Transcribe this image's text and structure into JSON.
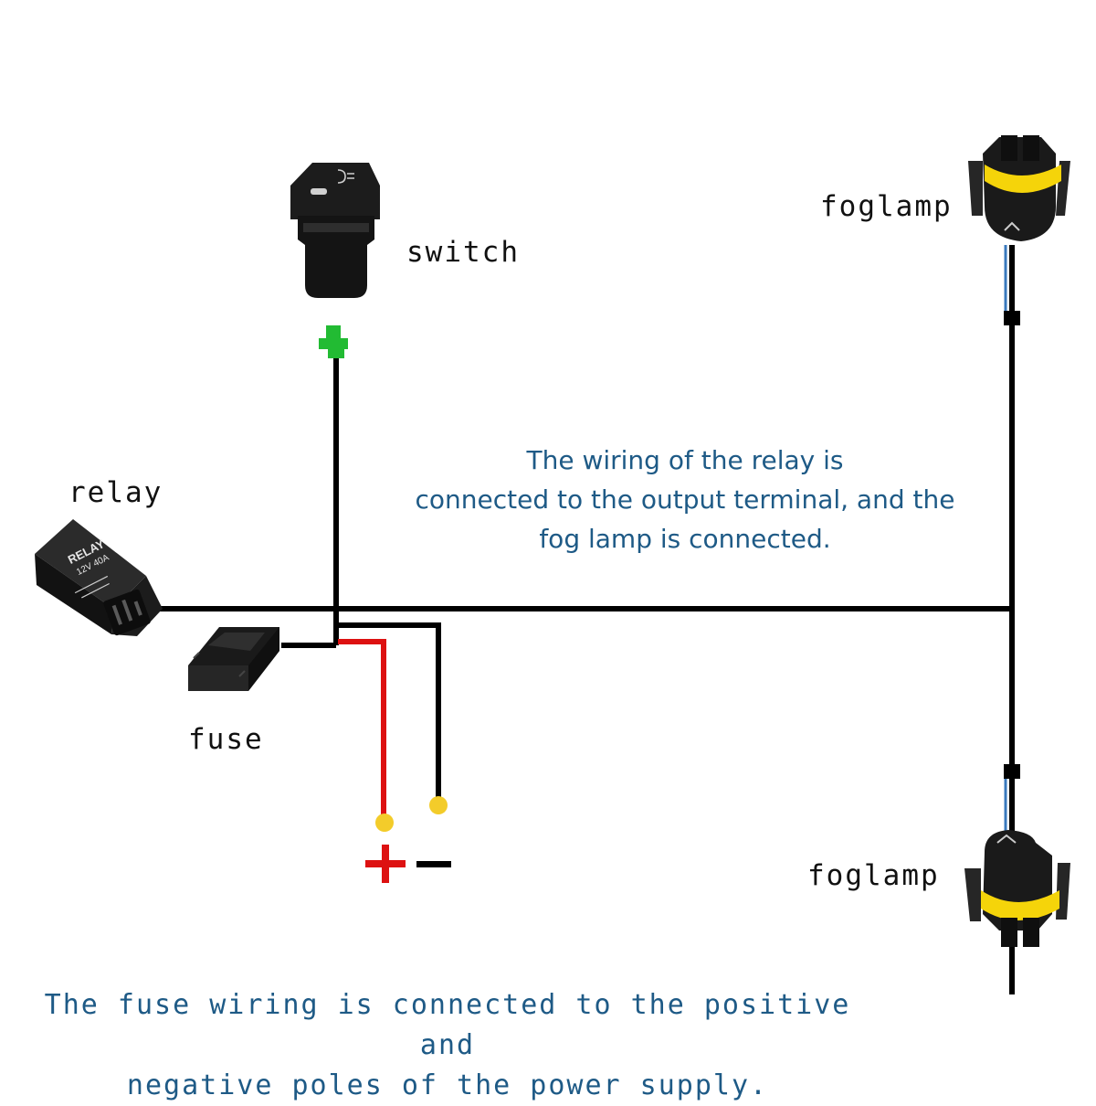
{
  "labels": {
    "switch": "switch",
    "relay": "relay",
    "fuse": "fuse",
    "foglamp_top": "foglamp",
    "foglamp_bottom": "foglamp"
  },
  "relay_body": {
    "line1": "RELAY",
    "line2": "12V 40A"
  },
  "notes": {
    "center_line1": "The wiring of the relay is",
    "center_line2": "connected to the output terminal, and the",
    "center_line3": "fog lamp is connected.",
    "bottom_line1": "The fuse wiring is connected to the positive and",
    "bottom_line2": "negative poles of the power supply."
  },
  "colors": {
    "wire_black": "#000000",
    "wire_red": "#dd1111",
    "switch_connector": "#22bb33",
    "terminal_yellow": "#f3cc2a",
    "fog_seal_yellow": "#f5d40a",
    "note_text": "#1e5a86",
    "plus_sign": "#dd1111",
    "minus_sign": "#000000"
  },
  "icons": [
    "switch-icon",
    "relay-icon",
    "fuse-holder-icon",
    "foglamp-socket-icon",
    "plus-sign-icon",
    "minus-sign-icon"
  ]
}
